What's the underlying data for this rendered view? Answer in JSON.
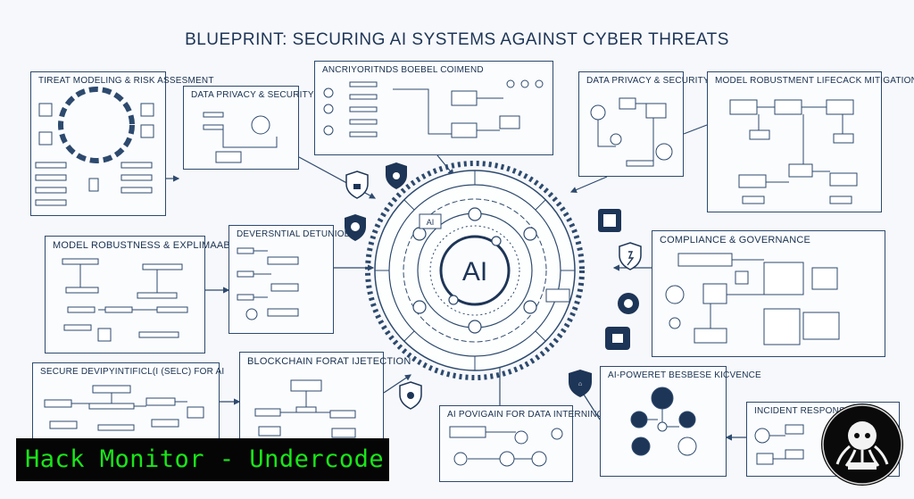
{
  "title": "BLUEPRINT: SECURING AI SYSTEMS AGAINST CYBER THREATS",
  "center_label": "AI",
  "ring_label": "AI",
  "panels": {
    "threat_modeling": "TIREAT MODELING & RISK ASSESMENT",
    "data_privacy_left": "DATA PRIVACY & SECURITY",
    "architecture": "ANCRIYORITNDS BOEBEL COIMEND",
    "data_privacy_right": "DATA PRIVACY & SECURITY",
    "model_robustment": "MODEL ROBUSTMENT LIFECACK MITIGATION",
    "model_robustness": "MODEL ROBUSTNESS & EXPLIMAABILITY",
    "adversarial": "DEVERSNTIAL DETUNIOB",
    "compliance": "COMPLIANCE & GOVERNANCE",
    "secure_dev": "SECURE DEVIPYINTIFICL(I (SELC) FOR AI",
    "blockchain": "BLOCKCHAIN FORAT IJETECTION",
    "ai_poisoning": "AI POVIGAIN FOR DATA INTERNING",
    "ai_powered": "AI-POWERET BESBESE KICVENCE",
    "incident": "INCIDENT RESPONSE &"
  },
  "banner_text": "Hack Monitor - Undercode",
  "icons": [
    "lock-icon",
    "shield-icon",
    "gear-icon",
    "network-icon",
    "document-icon",
    "server-icon",
    "fingerprint-icon"
  ]
}
